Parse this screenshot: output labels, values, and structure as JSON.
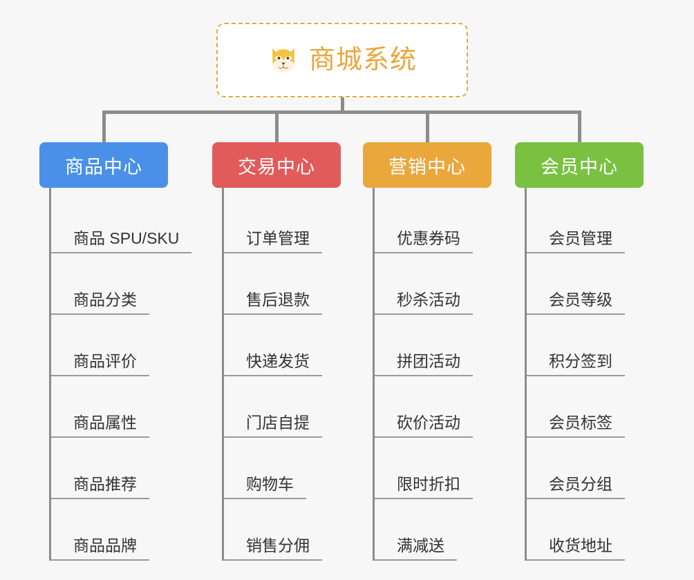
{
  "page": {
    "background_color": "#f7f7f7"
  },
  "root": {
    "title": "商城系统",
    "icon": "shiba-dog-icon",
    "accent_color": "#eaa73c",
    "border_style": "dashed"
  },
  "categories": [
    {
      "label": "商品中心",
      "color": "#4a90e8",
      "items": [
        "商品 SPU/SKU",
        "商品分类",
        "商品评价",
        "商品属性",
        "商品推荐",
        "商品品牌"
      ]
    },
    {
      "label": "交易中心",
      "color": "#e25b5b",
      "items": [
        "订单管理",
        "售后退款",
        "快递发货",
        "门店自提",
        "购物车",
        "销售分佣"
      ]
    },
    {
      "label": "营销中心",
      "color": "#eaa73c",
      "items": [
        "优惠券码",
        "秒杀活动",
        "拼团活动",
        "砍价活动",
        "限时折扣",
        "满减送"
      ]
    },
    {
      "label": "会员中心",
      "color": "#7ac142",
      "items": [
        "会员管理",
        "会员等级",
        "积分签到",
        "会员标签",
        "会员分组",
        "收货地址"
      ]
    }
  ]
}
